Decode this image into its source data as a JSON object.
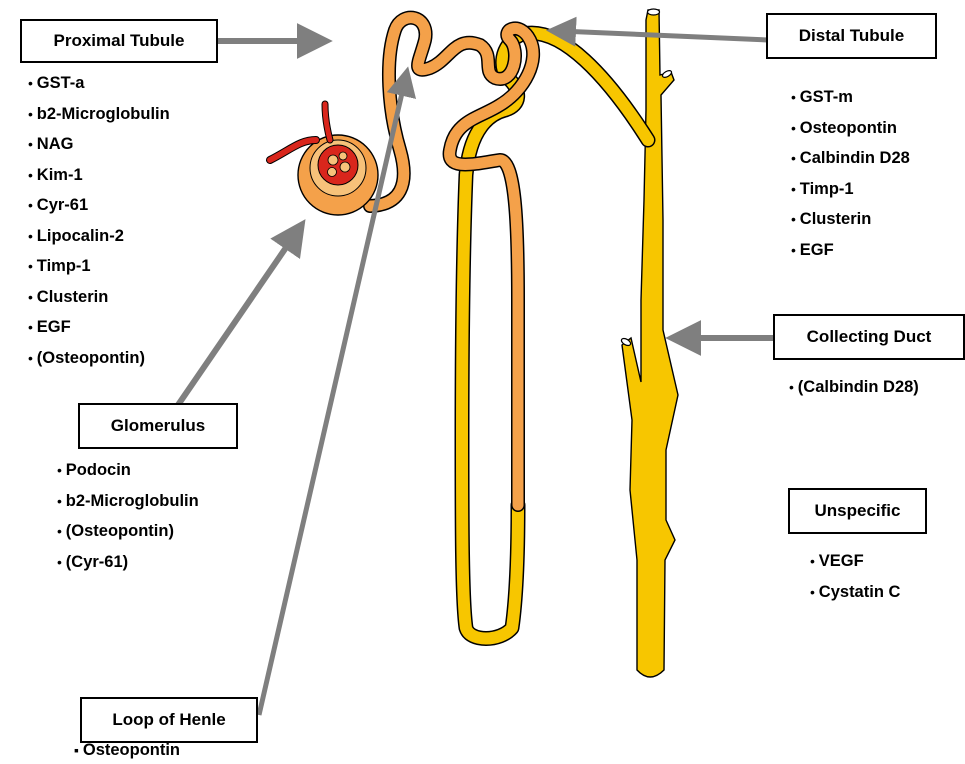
{
  "labels": {
    "proximal_tubule": "Proximal Tubule",
    "distal_tubule": "Distal Tubule",
    "collecting_duct": "Collecting Duct",
    "glomerulus": "Glomerulus",
    "unspecific": "Unspecific",
    "loop_of_henle": "Loop of Henle"
  },
  "markers": {
    "proximal_tubule": [
      "GST-a",
      "b2-Microglobulin",
      "NAG",
      "Kim-1",
      "Cyr-61",
      "Lipocalin-2",
      "Timp-1",
      "Clusterin",
      "EGF",
      "(Osteopontin)"
    ],
    "distal_tubule": [
      "GST-m",
      "Osteopontin",
      "Calbindin D28",
      "Timp-1",
      "Clusterin",
      "EGF"
    ],
    "collecting_duct": [
      "(Calbindin D28)"
    ],
    "glomerulus": [
      "Podocin",
      "b2-Microglobulin",
      "(Osteopontin)",
      "(Cyr-61)"
    ],
    "unspecific": [
      "VEGF",
      "Cystatin C"
    ],
    "loop_of_henle": [
      "Osteopontin"
    ]
  },
  "colors": {
    "duct_yellow": "#F7C600",
    "tubule_orange": "#F4A14A",
    "outline": "#000000",
    "arrow_gray": "#7F7F7F",
    "capillary_red": "#D9261C"
  }
}
